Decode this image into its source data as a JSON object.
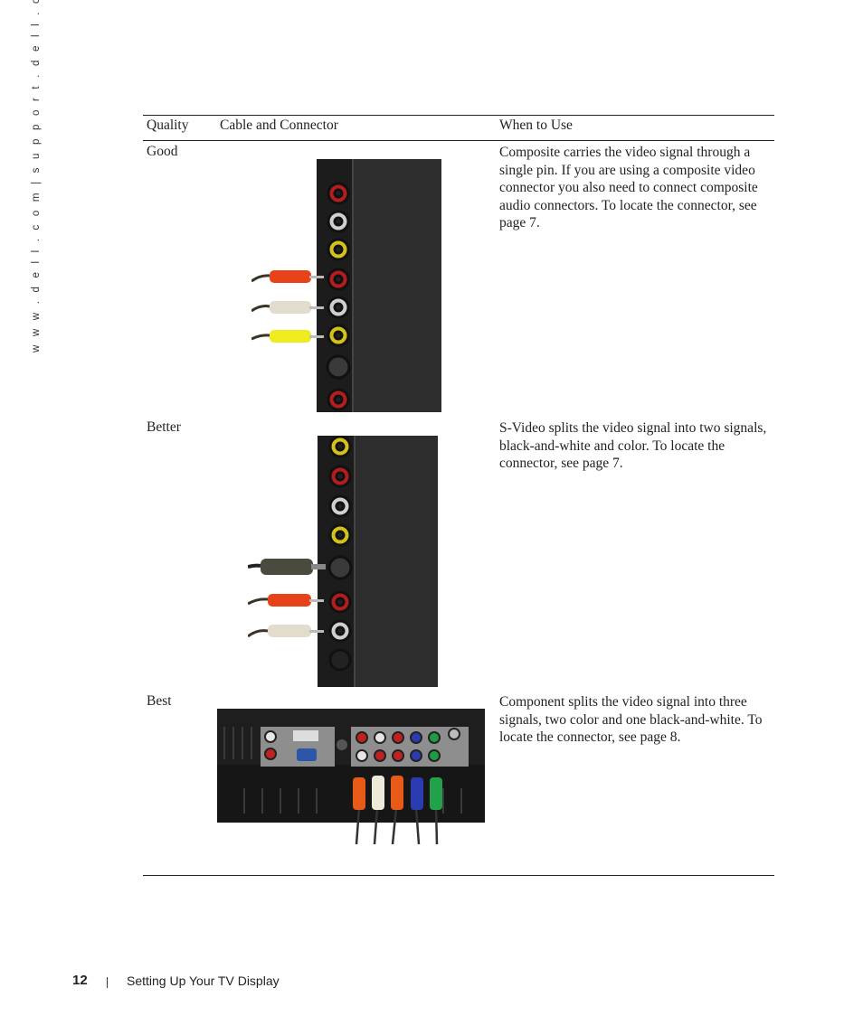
{
  "side_url": "w w w . d e l l . c o m  |  s u p p o r t . d e l l . c o m",
  "table": {
    "headers": [
      "Quality",
      "Cable and Connector",
      "When to Use"
    ],
    "rows": [
      {
        "quality": "Good",
        "description": "Composite carries the video signal through a single pin. If you are using a composite video connector you also need to connect composite audio connectors. To locate the connector, see page 7."
      },
      {
        "quality": "Better",
        "description": "S-Video splits the video signal into two signals, black-and-white and color. To locate the connector, see page 7."
      },
      {
        "quality": "Best",
        "description": "Component splits the video signal into three signals, two color and one black-and-white. To locate the connector, see page 8."
      }
    ]
  },
  "footer": {
    "page_number": "12",
    "title": "Setting Up Your TV Display"
  }
}
